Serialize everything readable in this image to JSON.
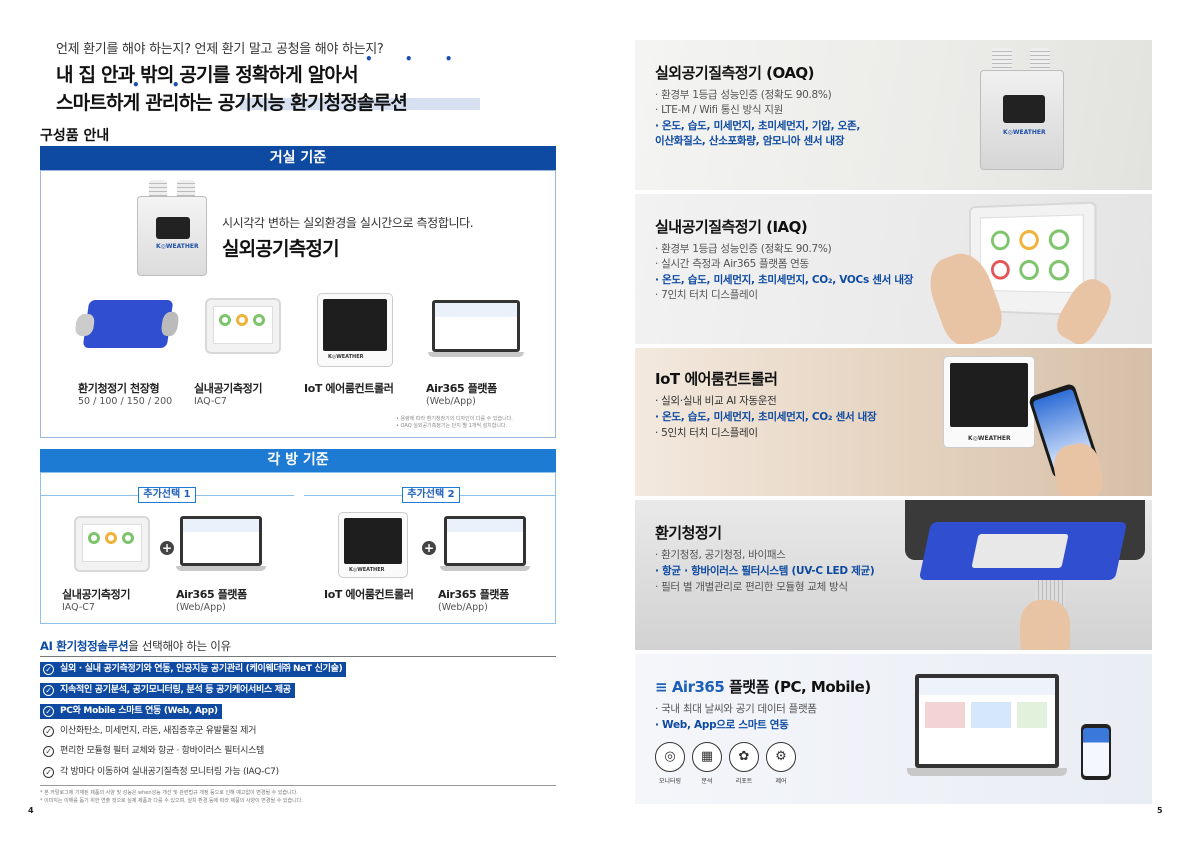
{
  "left_page": {
    "intro": "언제 환기를 해야 하는지? 언제 환기 말고 공청을 해야 하는지?",
    "headline": [
      "내 집 안과 밖의 공기를 정확하게 알아서",
      "스마트하게 관리하는 공기지능 환기청정솔루션"
    ],
    "section_title": "구성품 안내",
    "living_room": {
      "header": "거실 기준",
      "oaq_desc": "시시각각 변하는 실외환경을 실시간으로 측정합니다.",
      "oaq_name": "실외공기측정기",
      "oaq_logo": "K◎WEATHER",
      "products": [
        {
          "name": "환기청정기 천장형",
          "sub": "50 / 100 / 150 / 200"
        },
        {
          "name": "실내공기측정기",
          "sub": "IAQ-C7"
        },
        {
          "name": "IoT 에어룸컨트롤러",
          "sub": ""
        },
        {
          "name": "Air365 플랫폼",
          "sub": "(Web/App)"
        }
      ],
      "notes": [
        "• 용량에 따라 환기청정기의 디자인이 다를 수 있습니다.",
        "• OAQ 실외공기측정기는 단지 별 1개씩 설치합니다."
      ]
    },
    "each_room": {
      "header": "각 방 기준",
      "option1": "추가선택 1",
      "option2": "추가선택 2",
      "plus": "+",
      "items1": [
        {
          "name": "실내공기측정기",
          "sub": "IAQ-C7"
        },
        {
          "name": "Air365 플랫폼",
          "sub": "(Web/App)"
        }
      ],
      "items2": [
        {
          "name": "IoT 에어룸컨트롤러",
          "sub": ""
        },
        {
          "name": "Air365 플랫폼",
          "sub": "(Web/App)"
        }
      ]
    },
    "reasons_title_bold": "AI 환기청정솔루션",
    "reasons_title_rest": "을 선택해야 하는 이유",
    "reasons": [
      {
        "text": "실외 · 실내 공기측정기와 연동, 인공지능 공기관리 (케이웨더㈜ NeT 신기술)",
        "highlight": true
      },
      {
        "text": "지속적인 공기분석, 공기모니터링, 분석 등 공기케어서비스 제공",
        "highlight": true
      },
      {
        "text": "PC와 Mobile 스마트 연동 (Web, App)",
        "highlight": true
      },
      {
        "text": "이산화탄소, 미세먼지, 라돈, 새집증후군 유발물질 제거",
        "highlight": false
      },
      {
        "text": "편리한 모듈형 필터 교체와 항균 · 항바이러스 필터시스템",
        "highlight": false
      },
      {
        "text": "각 방마다 이동하여 실내공기질측정 모니터링 가능 (IAQ-C7)",
        "highlight": false
      }
    ],
    "footnotes": [
      "* 본 카탈로그에 기재된 제품의 사양 및 성능은 when성능 개선 및 관련법규 개정 등으로 인해 예고없이 변경될 수 있습니다.",
      "* 이미지는 이해를 돕기 위한 연출 컷으로 실제 제품과 다를 수 있으며, 설치 환경 등에 따라 제품의 사양이 변경될 수 있습니다."
    ],
    "page_number": "4"
  },
  "right_page": {
    "panels": [
      {
        "title": "실외공기질측정기 (OAQ)",
        "lines": [
          {
            "text": "· 환경부 1등급 성능인증 (정확도 90.8%)",
            "hi": false
          },
          {
            "text": "· LTE-M / Wifi 통신 방식 지원",
            "hi": false
          },
          {
            "text": "· 온도, 습도, 미세먼지, 초미세먼지, 기압, 오존,",
            "hi": true
          },
          {
            "text": "  이산화질소, 산소포화량, 암모니아 센서 내장",
            "hi": true
          }
        ]
      },
      {
        "title": "실내공기질측정기 (IAQ)",
        "lines": [
          {
            "text": "· 환경부 1등급 성능인증 (정확도 90.7%)",
            "hi": false
          },
          {
            "text": "· 실시간 측정과 Air365 플랫폼 연동",
            "hi": false
          },
          {
            "text": "· 온도, 습도, 미세먼지, 초미세먼지, CO₂, VOCs 센서 내장",
            "hi": true
          },
          {
            "text": "· 7인치 터치 디스플레이",
            "hi": false
          }
        ]
      },
      {
        "title": "IoT 에어룸컨트롤러",
        "lines": [
          {
            "text": "· 실외·실내 비교 AI 자동운전",
            "hi": false
          },
          {
            "text": "· 온도, 습도, 미세먼지, 초미세먼지, CO₂ 센서 내장",
            "hi": true
          },
          {
            "text": "· 5인치 터치 디스플레이",
            "hi": false
          }
        ]
      },
      {
        "title": "환기청정기",
        "lines": [
          {
            "text": "· 환기청정, 공기청정, 바이패스",
            "hi": false
          },
          {
            "text": "· 항균 · 항바이러스 필터시스템 (UV-C LED 제균)",
            "hi": true
          },
          {
            "text": "· 필터 별 개별관리로 편리한 모듈형 교체 방식",
            "hi": false
          }
        ]
      },
      {
        "title_brand": "Air365",
        "title_rest": " 플랫폼 (PC, Mobile)",
        "lines": [
          {
            "text": "· 국내 최대 날씨와 공기 데이터 플랫폼",
            "hi": false
          },
          {
            "text": "· Web, App으로 스마트 연동",
            "hi": true
          }
        ]
      }
    ],
    "controller_logo": "K◎WEATHER",
    "features": [
      {
        "icon": "◎",
        "label": "모니터링"
      },
      {
        "icon": "▦",
        "label": "분석"
      },
      {
        "icon": "✿",
        "label": "리포트"
      },
      {
        "icon": "⚙",
        "label": "제어"
      }
    ],
    "page_number": "5"
  },
  "colors": {
    "brand_dark": "#0e4aa2",
    "brand_light": "#1e7bd3",
    "device_blue": "#2f4fd0"
  }
}
